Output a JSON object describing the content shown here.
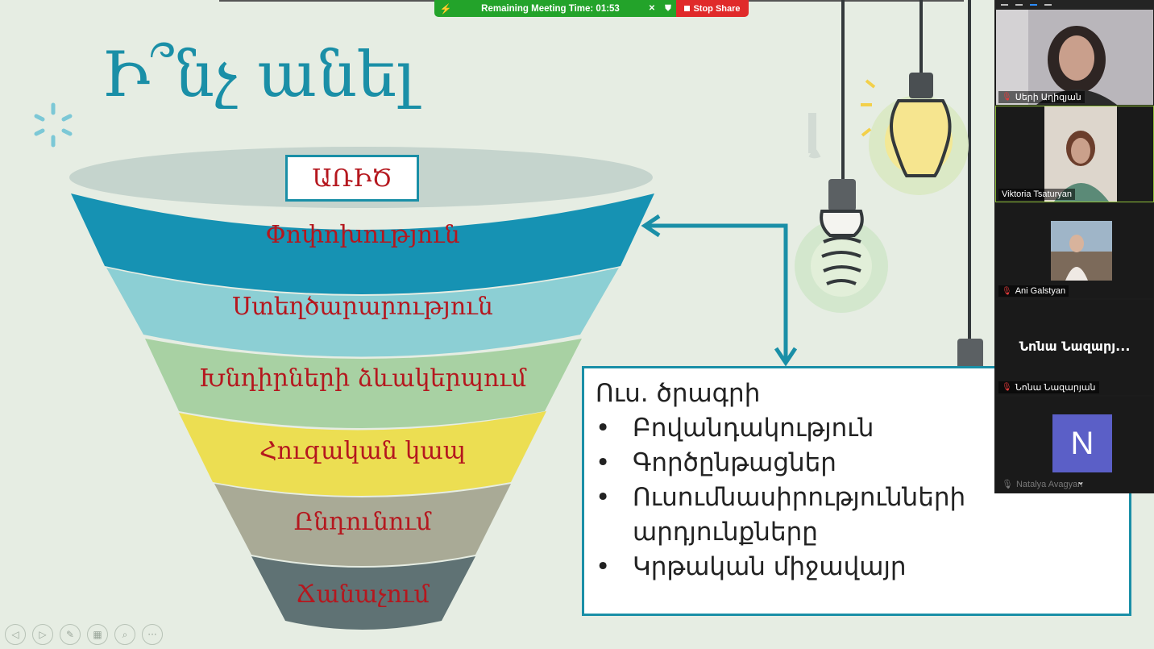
{
  "meeting": {
    "remaining_label": "Remaining Meeting Time: 01:53",
    "stop_share_label": "Stop Share"
  },
  "slide": {
    "title": "Ի՞նչ անել",
    "top_label": "ԱՌԻԾ",
    "funnel_layers": [
      {
        "label": "Փոփոխություն",
        "color": "#1692b3"
      },
      {
        "label": "Ստեղծարարություն",
        "color": "#8ccfd4"
      },
      {
        "label": "Խնդիրների ձևակերպում",
        "color": "#a8d1a3"
      },
      {
        "label": "Հուզական կապ",
        "color": "#ecde52"
      },
      {
        "label": "Ընդունում",
        "color": "#a9aa96"
      },
      {
        "label": "Ճանաչում",
        "color": "#5f7274"
      }
    ],
    "info_box": {
      "heading": "Ուս. ծրագրի",
      "bullets": [
        "Բովանդակություն",
        "Գործընթացներ",
        "Ուսումնասիրությունների արդյունքները",
        "Կրթական միջավայր"
      ]
    },
    "accent_color": "#1a8fa7",
    "label_color": "#b5171e"
  },
  "participants": [
    {
      "name": "Սերի Աղիզյան",
      "muted": true
    },
    {
      "name": "Viktoria Tsaturyan",
      "muted": false
    },
    {
      "name": "Ani Galstyan",
      "muted": true
    },
    {
      "name": "Նոնա Նազարյան",
      "display": "Նոնա Նազարյ...",
      "muted": true
    },
    {
      "name": "Natalya Avagyan",
      "initial": "N",
      "muted": true
    }
  ],
  "icons": [
    "prev-icon",
    "next-icon",
    "pen-icon",
    "slides-icon",
    "zoom-icon",
    "more-icon"
  ]
}
